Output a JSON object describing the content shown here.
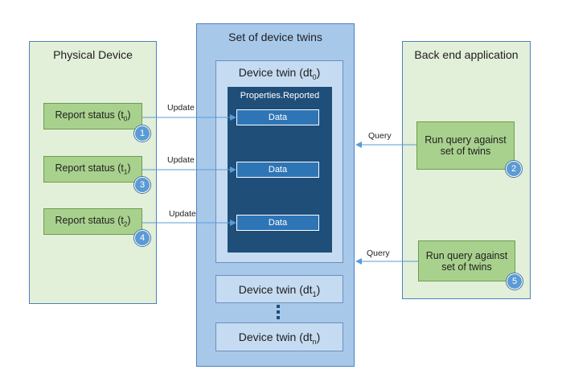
{
  "physical_device": {
    "title": "Physical Device",
    "reports": [
      {
        "label": "Report status (t",
        "sub": "0",
        "suffix": ")",
        "step": "1"
      },
      {
        "label": "Report status (t",
        "sub": "1",
        "suffix": ")",
        "step": "3"
      },
      {
        "label": "Report status (t",
        "sub": "2",
        "suffix": ")",
        "step": "4"
      }
    ]
  },
  "twins": {
    "title": "Set of device twins",
    "twin0": {
      "label": "Device twin (dt",
      "sub": "0",
      "suffix": ")"
    },
    "properties_label": "Properties.Reported",
    "data_labels": [
      "Data",
      "Data",
      "Data"
    ],
    "twin1": {
      "label": "Device twin (dt",
      "sub": "1",
      "suffix": ")"
    },
    "twinn": {
      "label": "Device twin (dt",
      "sub": "n",
      "suffix": ")"
    }
  },
  "arrows": {
    "update_labels": [
      "Update",
      "Update",
      "Update"
    ],
    "query_labels": [
      "Query",
      "Query"
    ]
  },
  "backend": {
    "title": "Back end application",
    "queries": [
      {
        "line1": "Run query against",
        "line2": "set of twins",
        "step": "2"
      },
      {
        "line1": "Run query against",
        "line2": "set of twins",
        "step": "5"
      }
    ]
  },
  "colors": {
    "panel_green": "#e2efd9",
    "panel_blue": "#a8c8ea",
    "dark_blue": "#1f4e79",
    "data_blue": "#2e75b6",
    "badge_blue": "#5b9bd5",
    "report_green": "#a9d18e",
    "arrow": "#5b9bd5"
  }
}
